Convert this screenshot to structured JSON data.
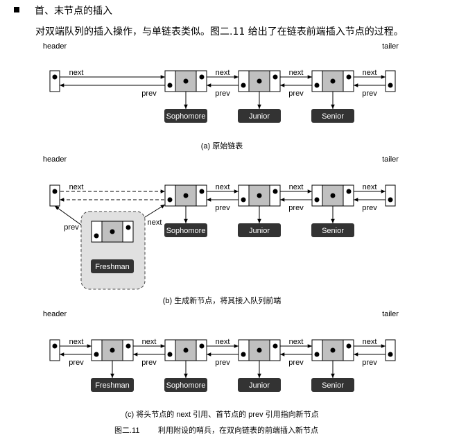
{
  "section": {
    "heading": "首、末节点的插入",
    "paragraph": "对双端队列的插入操作，与单链表类似。图二.11 给出了在链表前端插入节点的过程。"
  },
  "labels": {
    "header": "header",
    "tailer": "tailer",
    "next": "next",
    "prev": "prev"
  },
  "elements": {
    "freshman": "Freshman",
    "sophomore": "Sophomore",
    "junior": "Junior",
    "senior": "Senior"
  },
  "captions": {
    "a": "(a) 原始链表",
    "b": "(b) 生成新节点，将其接入队列前端",
    "c": "(c) 将头节点的 next 引用、首节点的 prev 引用指向新节点"
  },
  "figure_caption": {
    "number": "图二.11",
    "text": "利用附设的哨兵，在双向链表的前端插入新节点"
  }
}
